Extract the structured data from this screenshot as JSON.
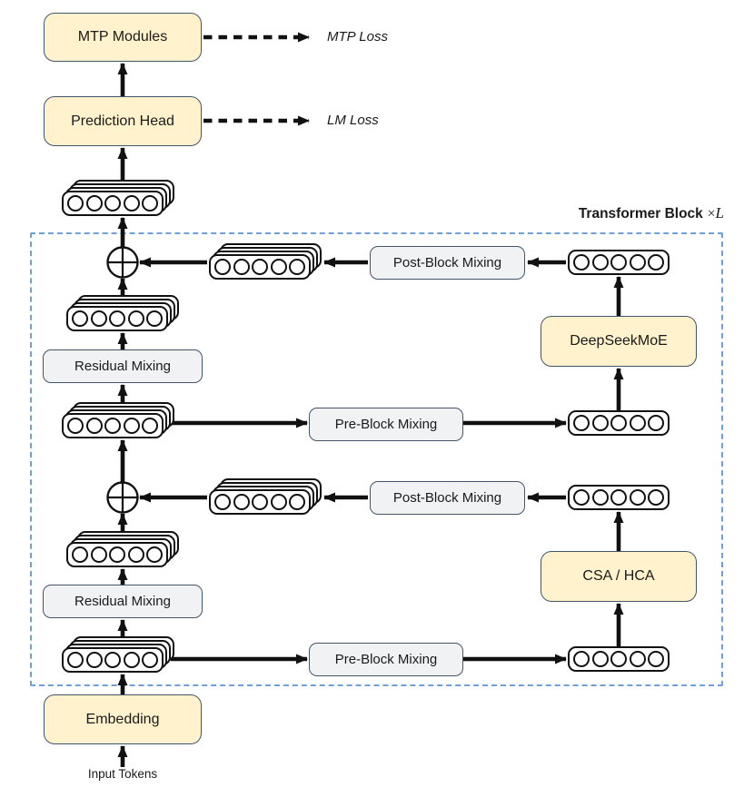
{
  "diagram_title": {
    "bold": "Transformer Block",
    "times": "×",
    "var": "L"
  },
  "nodes": {
    "mtp_modules": "MTP Modules",
    "prediction_head": "Prediction Head",
    "embedding": "Embedding",
    "deepseekmoe": "DeepSeekMoE",
    "csa_hca": "CSA / HCA",
    "residual_mixing_upper": "Residual Mixing",
    "residual_mixing_lower": "Residual Mixing",
    "pre_block_mixing_upper": "Pre-Block Mixing",
    "pre_block_mixing_lower": "Pre-Block Mixing",
    "post_block_mixing_upper": "Post-Block Mixing",
    "post_block_mixing_lower": "Post-Block Mixing"
  },
  "outputs": {
    "mtp_loss": "MTP Loss",
    "lm_loss": "LM Loss"
  },
  "input_label": "Input Tokens",
  "token_row_cells": 5,
  "colors": {
    "module_fill": "#FFF2CC",
    "mixing_fill": "#F1F2F4",
    "node_border": "#44546A",
    "token_border": "#111111",
    "boundary": "#6FA0D8",
    "arrow": "#111111",
    "text": "#1A1A1A",
    "background": "#FFFFFF"
  }
}
